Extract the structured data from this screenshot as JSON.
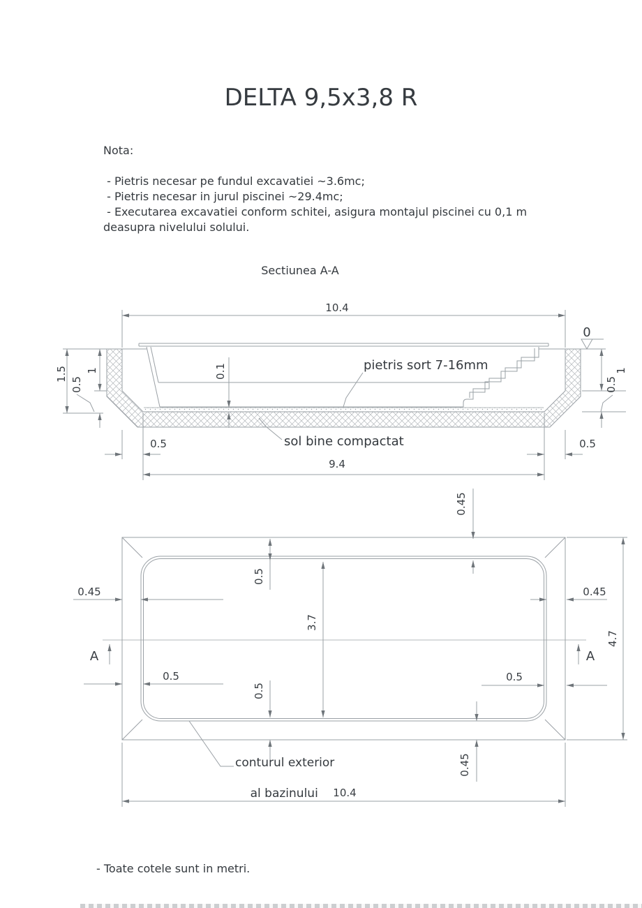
{
  "page": {
    "title": "DELTA 9,5x3,8 R",
    "section_label": "Sectiunea A-A",
    "footer_note": "- Toate cotele sunt in metri."
  },
  "nota": {
    "heading": "Nota:",
    "items": [
      " - Pietris necesar pe fundul excavatiei ~3.6mc;",
      " - Pietris necesar in jurul piscinei ~29.4mc;",
      " - Executarea excavatiei conform schitei, asigura montajul piscinei cu 0,1 m",
      "deasupra nivelului solului."
    ]
  },
  "section_view": {
    "labels": {
      "gravel": "pietris sort 7-16mm",
      "soil": "sol bine compactat",
      "datum_level": "0"
    },
    "dims": {
      "overall_width": "10.4",
      "bottom_width": "9.4",
      "total_depth": "1.5",
      "wall_depth_left": "1",
      "slope_depth_left": "0.5",
      "wall_depth_right": "1",
      "slope_depth_right": "0.5",
      "gravel_thickness": "0.1",
      "slope_offset_left": "0.5",
      "slope_offset_right": "0.5"
    }
  },
  "plan_view": {
    "labels": {
      "section_marker_left": "A",
      "section_marker_right": "A",
      "contour_line1": "conturul exterior",
      "contour_line2": "al bazinului"
    },
    "dims": {
      "total_width": "10.4",
      "total_height": "4.7",
      "inner_height": "3.7",
      "margin_top": "0.45",
      "margin_bottom": "0.45",
      "margin_left": "0.45",
      "margin_right": "0.45",
      "inset_top": "0.5",
      "inset_bottom": "0.5",
      "inset_left": "0.5",
      "inset_right": "0.5"
    }
  },
  "colors": {
    "line": "#9aa0a5",
    "text": "#34393e",
    "hatch": "#b3b7bb"
  }
}
